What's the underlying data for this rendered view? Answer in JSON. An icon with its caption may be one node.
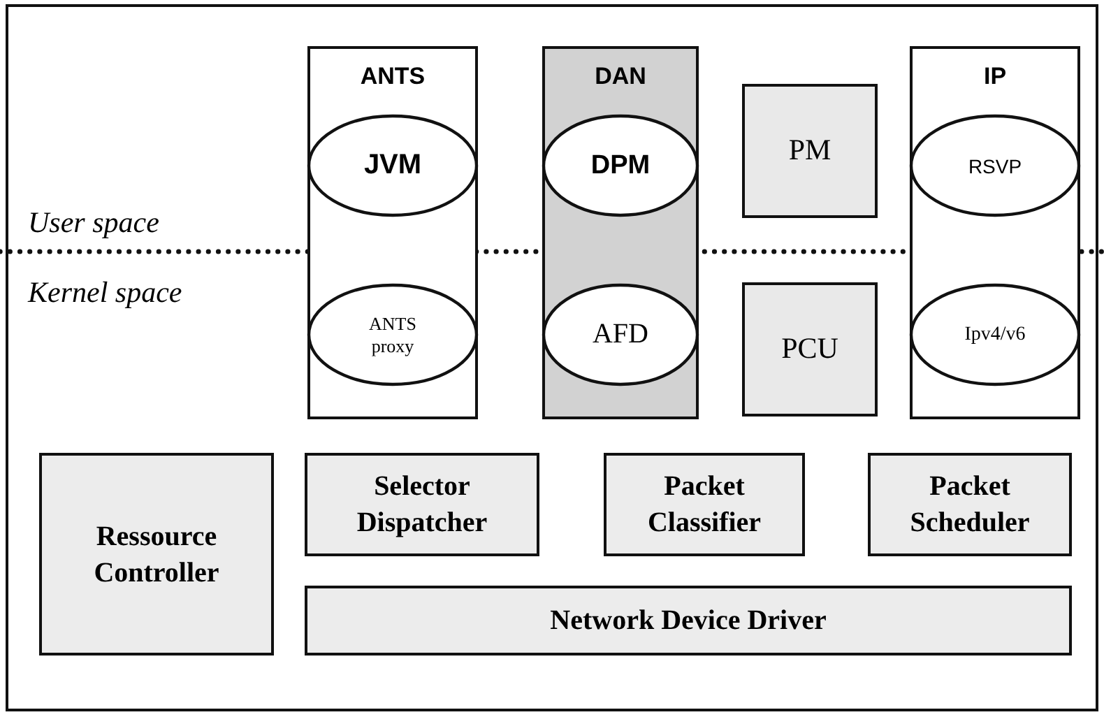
{
  "diagram": {
    "nodes": [
      {
        "text": [
          "ANTS"
        ]
      },
      {
        "text": [
          "JVM"
        ],
        "in": 0
      },
      {
        "text": [
          "ANTS proxy"
        ],
        "in": 0
      },
      {
        "text": [
          "DAN"
        ]
      },
      {
        "text": [
          "DPM"
        ],
        "in": 3
      },
      {
        "text": [
          "AFD"
        ],
        "in": 3
      },
      {
        "text": [
          "PM"
        ]
      },
      {
        "text": [
          "PCU"
        ]
      },
      {
        "text": [
          "IP"
        ]
      },
      {
        "text": [
          "RSVP"
        ],
        "in": 8
      },
      {
        "text": [
          "Ipv4/v6"
        ],
        "in": 8
      },
      {
        "text": [
          "Ressource Controller"
        ]
      },
      {
        "text": [
          "Selector Dispatcher"
        ]
      },
      {
        "text": [
          "Packet Classifier"
        ]
      },
      {
        "text": [
          "Packet Scheduler"
        ]
      },
      {
        "text": [
          "Network Device Driver"
        ]
      }
    ],
    "labels": [
      "User space",
      "Kernel space"
    ]
  }
}
